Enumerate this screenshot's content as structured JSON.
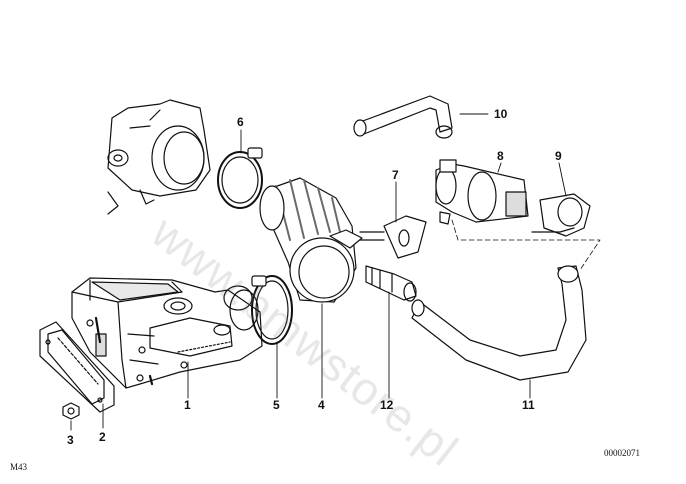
{
  "callouts": {
    "c1": "1",
    "c2": "2",
    "c3": "3",
    "c4": "4",
    "c5": "5",
    "c6": "6",
    "c7": "7",
    "c8": "8",
    "c9": "9",
    "c10": "10",
    "c11": "11",
    "c12": "12"
  },
  "diagram_id": "M43",
  "drawing_number": "00002071",
  "watermark": "www.bmwstore.pl",
  "colors": {
    "line": "#111111",
    "shade": "#6a6a6a",
    "watermark": "#b5b5b5"
  }
}
